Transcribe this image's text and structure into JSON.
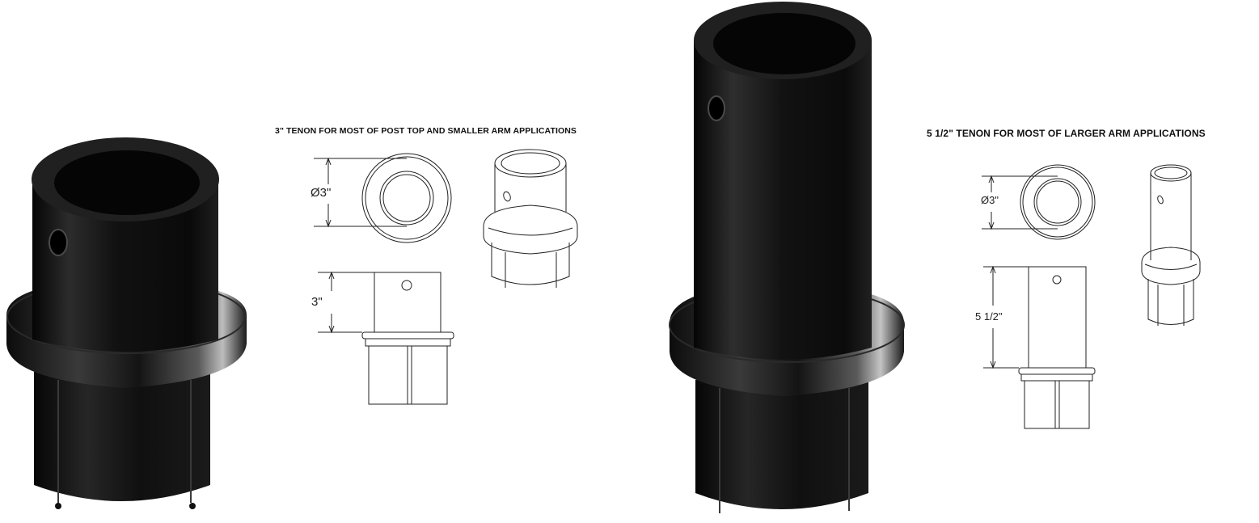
{
  "left": {
    "caption": "3\" TENON FOR MOST OF POST TOP AND SMALLER ARM APPLICATIONS",
    "diameter_label": "Ø3\"",
    "length_label": "3\""
  },
  "right": {
    "caption": "5 1/2\" TENON FOR MOST OF LARGER ARM APPLICATIONS",
    "diameter_label": "Ø3\"",
    "length_label": "5 1/2\""
  },
  "colors": {
    "product_body": "#1a1a1a",
    "product_highlight": "#6a6a6a",
    "line": "#222222"
  }
}
